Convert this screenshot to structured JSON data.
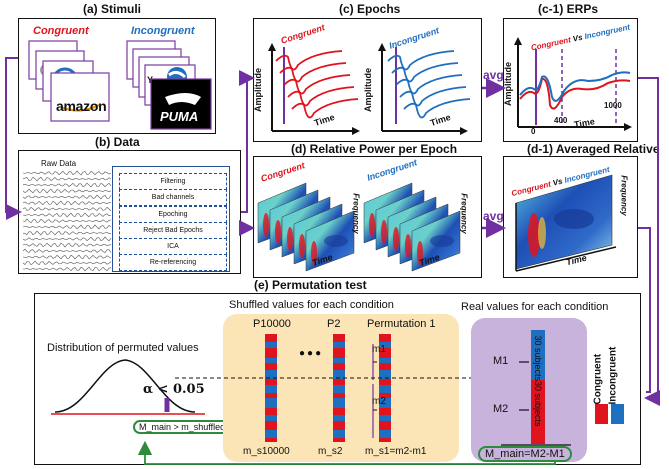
{
  "panels": {
    "stimuli": {
      "title": "(a) Stimuli",
      "congruent": "Congruent",
      "incongruent": "Incongruent",
      "logo_amazon": "amazon",
      "logo_puma": "PUMA"
    },
    "data": {
      "title": "(b) Data",
      "raw_label": "Raw Data",
      "steps": [
        "Filtering",
        "Bad channels",
        "Epoching",
        "Reject Bad Epochs",
        "ICA",
        "Re-referencing"
      ]
    },
    "epochs": {
      "title": "(c) Epochs",
      "congruent": "Congruent",
      "incongruent": "Incongruent",
      "ylabel": "Amplitude",
      "xlabel": "Time"
    },
    "erps": {
      "title": "(c-1) ERPs",
      "label_congruent": "Congruent",
      "label_vs": "Vs",
      "label_incongruent": "Incongruent",
      "ylabel": "Amplitude",
      "xlabel": "Time",
      "ticks": [
        "0",
        "400",
        "1000"
      ]
    },
    "relpower": {
      "title": "(d) Relative Power per Epoch",
      "congruent": "Congruent",
      "incongruent": "Incongruent",
      "ylabel": "Frequency",
      "xlabel": "Time"
    },
    "avgpower": {
      "title_line1": "(d-1) Averaged Relative",
      "title_line2": "Powers",
      "label_congruent": "Congruent",
      "label_vs": "Vs",
      "label_incongruent": "Incongruent",
      "ylabel": "Frequency",
      "xlabel": "Time"
    },
    "avg_label": "avg",
    "permutation": {
      "title": "(e) Permutation test",
      "distribution_label": "Distribution of permuted values",
      "alpha_label": "α < 0.05",
      "m_main_compare": "M_main > m_shuffled",
      "shuffled_title": "Shuffled values for each condition",
      "p10000": "P10000",
      "p2": "P2",
      "perm1": "Permutation 1",
      "m1": "m1",
      "m2": "m2",
      "ellipsis": "●●●",
      "m_s10000": "m_s10000",
      "m_s2": "m_s2",
      "m_s1": "m_s1=m2-m1",
      "real_title": "Real values for each condition",
      "M1": "M1",
      "M2": "M2",
      "subjects_label": "30 subjects30 subjects",
      "m_main": "M_main=M2-M1",
      "legend_congruent": "Congruent",
      "legend_incongruent": "Incongruent"
    }
  },
  "colors": {
    "congruent": "#e0141e",
    "incongruent": "#1f6fc0",
    "arrow": "#7030a0",
    "shuffled_bg": "#fbe5b6",
    "real_bg": "#c8b3dc",
    "m_main_ring": "#2e8b3c"
  }
}
